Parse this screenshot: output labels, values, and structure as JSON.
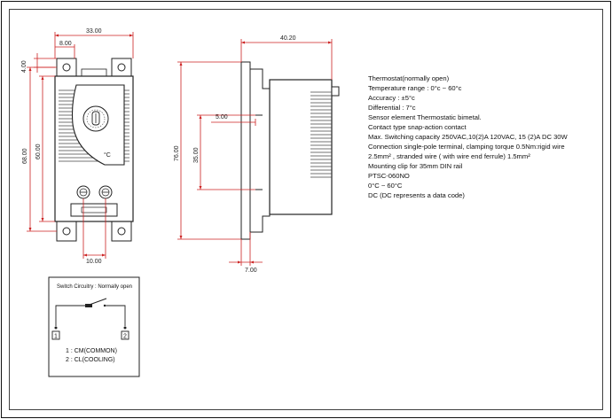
{
  "front_view": {
    "dims": {
      "width_total": "33.00",
      "top_offset": "8.00",
      "top_small": "4.00",
      "height_total": "68.00",
      "height_inner": "60.00",
      "terminal_pitch": "10.00"
    },
    "dial_mark": "°C"
  },
  "side_view": {
    "dims": {
      "depth": "40.20",
      "clip_depth": "5.00",
      "height_total": "76.00",
      "clip_height": "35.00",
      "bottom_offset": "7.00"
    }
  },
  "specs": [
    "Thermostat(normally open)",
    "Temperature range : 0°c ~ 60°c",
    "Accuracy : ±5°c",
    "Differential : 7°c",
    "Sensor element Thermostatic bimetal.",
    "Contact type snap-action contact",
    "Max. Switching capacity 250VAC,10(2)A 120VAC, 15 (2)A DC 30W",
    "Connection single-pole terminal, clamping torque 0.5Nm:rigid wire",
    "2.5mm² , stranded wire ( with wire end ferrule) 1.5mm²",
    "Mounting clip for 35mm DIN rail",
    "PTSC-060NO",
    "0°C ~ 60°C",
    "DC (DC represents a data code)"
  ],
  "switch_circuit": {
    "title": "Switch Circuitry : Normally open",
    "terminal_1": "1",
    "terminal_2": "2",
    "legend": [
      "1 : CM(COMMON)",
      "2 : CL(COOLING)"
    ]
  },
  "colors": {
    "dimension": "#cc2222",
    "outline": "#222222",
    "hatch": "#444444"
  }
}
